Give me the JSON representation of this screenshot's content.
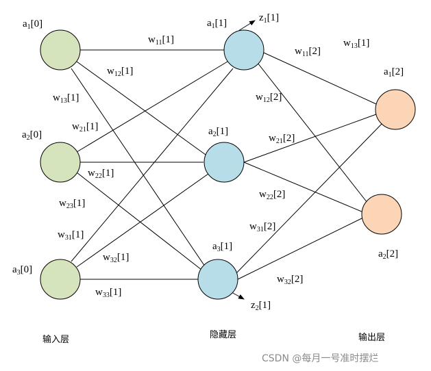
{
  "colors": {
    "input": "#d6e4bd",
    "hidden": "#b6dde8",
    "output": "#fbd5b5",
    "edge": "#000000",
    "watermark": "#8a8a8a"
  },
  "nodes": {
    "input": [
      {
        "base": "a",
        "sub": "1",
        "rest": "[0]"
      },
      {
        "base": "a",
        "sub": "2",
        "rest": "[0]"
      },
      {
        "base": "a",
        "sub": "3",
        "rest": "[0]"
      }
    ],
    "hidden": [
      {
        "base": "a",
        "sub": "1",
        "rest": "[1]"
      },
      {
        "base": "a",
        "sub": "2",
        "rest": "[1]"
      },
      {
        "base": "a",
        "sub": "3",
        "rest": "[1]"
      }
    ],
    "output": [
      {
        "base": "a",
        "sub": "1",
        "rest": "[2]"
      },
      {
        "base": "a",
        "sub": "2",
        "rest": "[2]"
      }
    ]
  },
  "outputs": [
    {
      "base": "z",
      "sub": "1",
      "rest": "[1]"
    },
    {
      "base": "z",
      "sub": "2",
      "rest": "[1]"
    }
  ],
  "weights": [
    {
      "base": "w",
      "sub": "11",
      "rest": "[1]"
    },
    {
      "base": "w",
      "sub": "12",
      "rest": "[1]"
    },
    {
      "base": "w",
      "sub": "13",
      "rest": "[1]"
    },
    {
      "base": "w",
      "sub": "21",
      "rest": "[1]"
    },
    {
      "base": "w",
      "sub": "22",
      "rest": "[1]"
    },
    {
      "base": "w",
      "sub": "23",
      "rest": "[1]"
    },
    {
      "base": "w",
      "sub": "31",
      "rest": "[1]"
    },
    {
      "base": "w",
      "sub": "32",
      "rest": "[1]"
    },
    {
      "base": "w",
      "sub": "33",
      "rest": "[1]"
    },
    {
      "base": "w",
      "sub": "11",
      "rest": "[2]"
    },
    {
      "base": "w",
      "sub": "13",
      "rest": "[1]"
    },
    {
      "base": "w",
      "sub": "12",
      "rest": "[2]"
    },
    {
      "base": "w",
      "sub": "21",
      "rest": "[2]"
    },
    {
      "base": "w",
      "sub": "22",
      "rest": "[2]"
    },
    {
      "base": "w",
      "sub": "31",
      "rest": "[2]"
    },
    {
      "base": "w",
      "sub": "32",
      "rest": "[2]"
    }
  ],
  "layers": {
    "input": "输入层",
    "hidden": "隐藏层",
    "output": "输出层"
  },
  "watermark": "CSDN @每月一号准时摆烂"
}
